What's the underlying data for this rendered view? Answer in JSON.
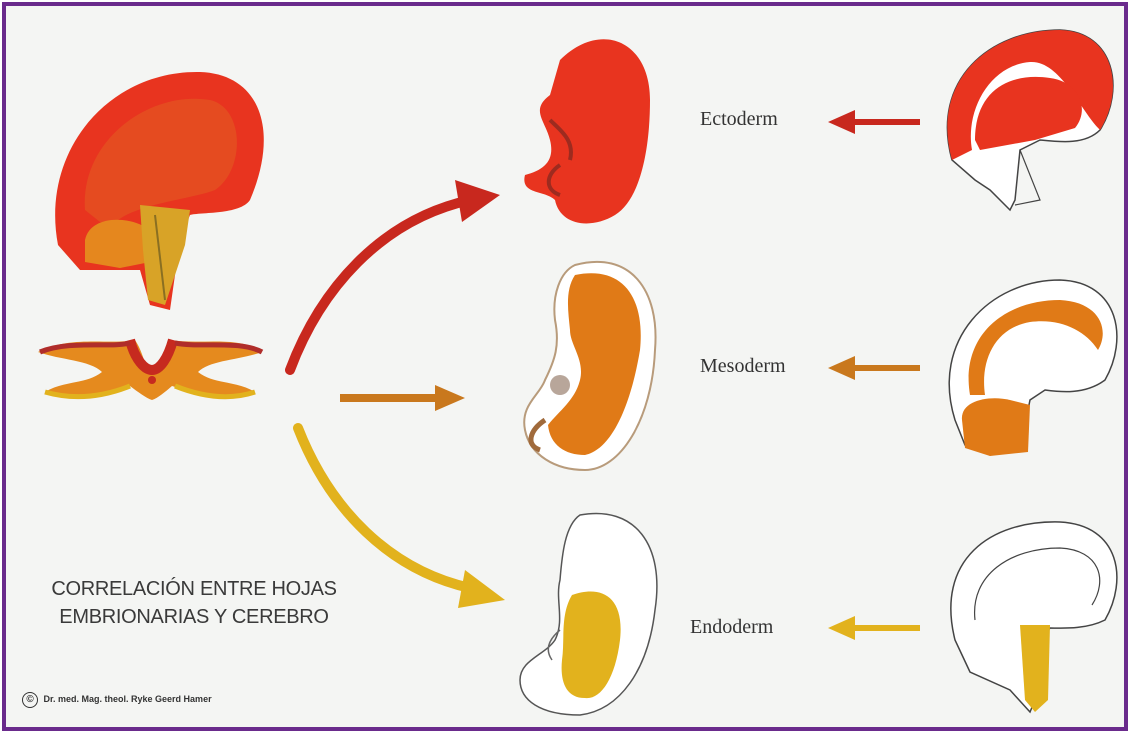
{
  "labels": {
    "ectoderm": "Ectoderm",
    "mesoderm": "Mesoderm",
    "endoderm": "Endoderm"
  },
  "title": {
    "line1": "CORRELACIÓN ENTRE HOJAS",
    "line2": "EMBRIONARIAS Y CEREBRO"
  },
  "credit": "Dr. med. Mag. theol. Ryke Geerd Hamer",
  "copyright_symbol": "©",
  "colors": {
    "border": "#6a2b8c",
    "background": "#f4f5f3",
    "ectoderm": "#e8341f",
    "mesoderm": "#e07a17",
    "endoderm": "#e2b21d"
  }
}
